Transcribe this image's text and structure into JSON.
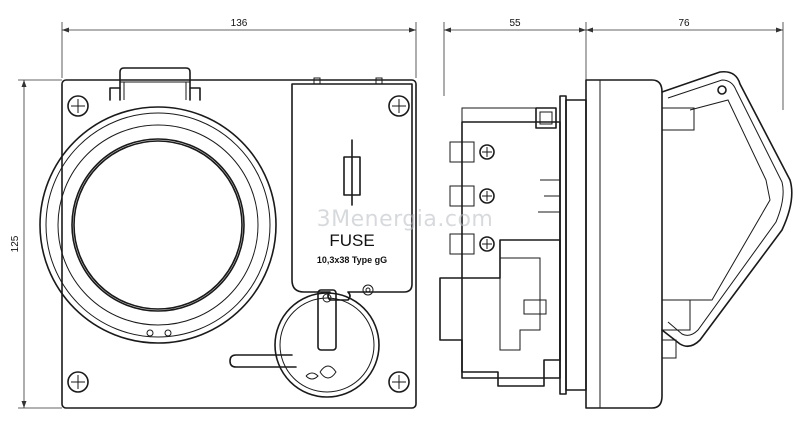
{
  "dimensions": {
    "width_front": "136",
    "depth_body": "55",
    "depth_lid": "76",
    "height": "125"
  },
  "fuse": {
    "title": "FUSE",
    "spec": "10,3x38 Type gG"
  },
  "watermark": "3Menergia.com"
}
